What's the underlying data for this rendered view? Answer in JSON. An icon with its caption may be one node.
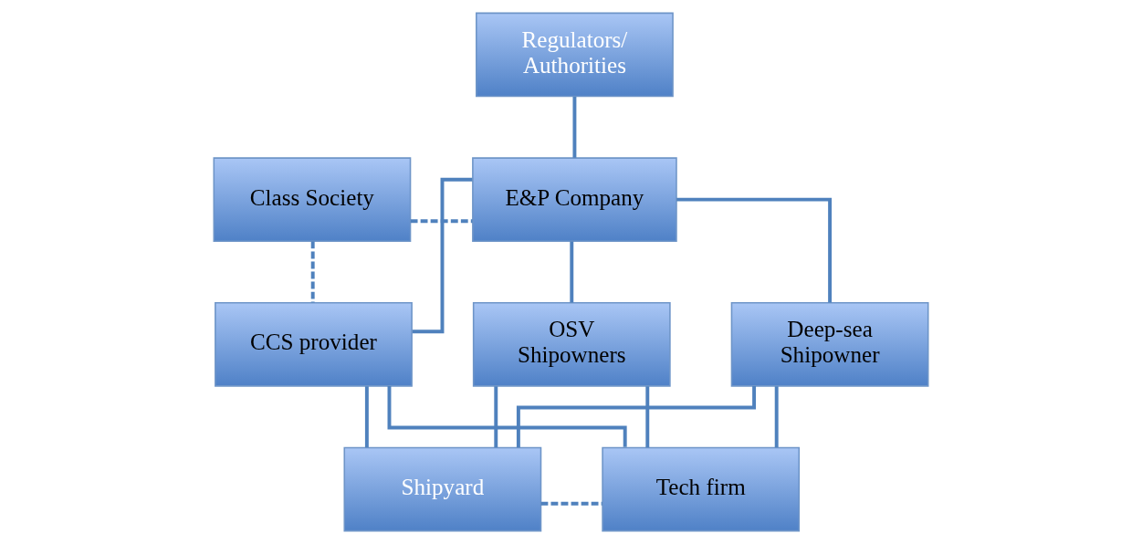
{
  "diagram": {
    "nodes": [
      {
        "text": [
          "Regulators/ Authorities"
        ]
      },
      {
        "text": [
          "Class Society"
        ]
      },
      {
        "text": [
          "E&P Company"
        ]
      },
      {
        "text": [
          "CCS provider"
        ]
      },
      {
        "text": [
          "OSV Shipowners"
        ]
      },
      {
        "text": [
          "Deep-sea Shipowner"
        ]
      },
      {
        "text": [
          "Shipyard"
        ]
      },
      {
        "text": [
          "Tech firm"
        ]
      }
    ],
    "edges": [
      {
        "from": 0,
        "to": 2,
        "arrow": "none"
      },
      {
        "from": 1,
        "to": 2,
        "arrow": "none",
        "style": "dashed"
      },
      {
        "from": 1,
        "to": 3,
        "arrow": "none",
        "style": "dashed"
      },
      {
        "from": 2,
        "to": 3,
        "arrow": "none"
      },
      {
        "from": 2,
        "to": 4,
        "arrow": "none"
      },
      {
        "from": 2,
        "to": 5,
        "arrow": "none"
      },
      {
        "from": 3,
        "to": 6,
        "arrow": "none"
      },
      {
        "from": 3,
        "to": 7,
        "arrow": "none"
      },
      {
        "from": 4,
        "to": 6,
        "arrow": "none"
      },
      {
        "from": 4,
        "to": 7,
        "arrow": "none"
      },
      {
        "from": 5,
        "to": 6,
        "arrow": "none"
      },
      {
        "from": 5,
        "to": 7,
        "arrow": "none"
      },
      {
        "from": 6,
        "to": 7,
        "arrow": "none",
        "style": "dashed"
      }
    ]
  }
}
